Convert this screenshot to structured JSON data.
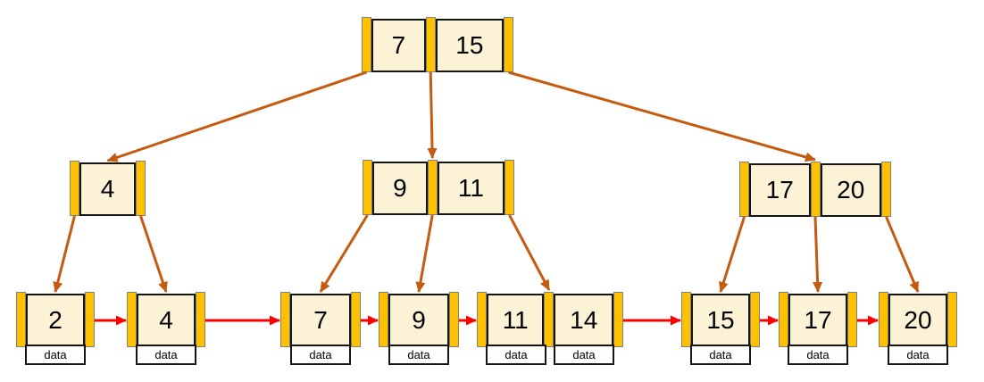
{
  "diagram": {
    "type": "b-plus-tree",
    "colors": {
      "background": "#FFFFFF",
      "pointer_stripe": "#FFC000",
      "pointer_stripe_border": "#808080",
      "key_cell_fill": "#FCF2D5",
      "cell_border": "#141414",
      "tree_arrow": "#C55A11",
      "leaf_link_arrow": "#FF0000",
      "data_box_fill": "#FFFFFF",
      "text": "#000000"
    },
    "root": {
      "id": "node-root",
      "keys": [
        "7",
        "15"
      ]
    },
    "internal_nodes": [
      {
        "id": "node-4",
        "keys": [
          "4"
        ]
      },
      {
        "id": "node-9-11",
        "keys": [
          "9",
          "11"
        ]
      },
      {
        "id": "node-17-20",
        "keys": [
          "17",
          "20"
        ]
      }
    ],
    "leaf_nodes": [
      {
        "id": "leaf-2",
        "keys": [
          "2"
        ],
        "data_labels": [
          "data"
        ]
      },
      {
        "id": "leaf-4",
        "keys": [
          "4"
        ],
        "data_labels": [
          "data"
        ]
      },
      {
        "id": "leaf-7",
        "keys": [
          "7"
        ],
        "data_labels": [
          "data"
        ]
      },
      {
        "id": "leaf-9",
        "keys": [
          "9"
        ],
        "data_labels": [
          "data"
        ]
      },
      {
        "id": "leaf-11-14",
        "keys": [
          "11",
          "14"
        ],
        "data_labels": [
          "data",
          "data"
        ]
      },
      {
        "id": "leaf-15",
        "keys": [
          "15"
        ],
        "data_labels": [
          "data"
        ]
      },
      {
        "id": "leaf-17",
        "keys": [
          "17"
        ],
        "data_labels": [
          "data"
        ]
      },
      {
        "id": "leaf-20",
        "keys": [
          "20"
        ],
        "data_labels": [
          "data"
        ]
      }
    ],
    "edges": {
      "tree": [
        {
          "from": "node-root-p0",
          "to": "node-4"
        },
        {
          "from": "node-root-p1",
          "to": "node-9-11-p1"
        },
        {
          "from": "node-root-p2",
          "to": "node-17-20-p1"
        },
        {
          "from": "node-4-p0",
          "to": "leaf-2"
        },
        {
          "from": "node-4-p1",
          "to": "leaf-4"
        },
        {
          "from": "node-9-11-p0",
          "to": "leaf-7"
        },
        {
          "from": "node-9-11-p1",
          "to": "leaf-9"
        },
        {
          "from": "node-9-11-p2",
          "to": "leaf-11-14-p1"
        },
        {
          "from": "node-17-20-p0",
          "to": "leaf-15"
        },
        {
          "from": "node-17-20-p1",
          "to": "leaf-17"
        },
        {
          "from": "node-17-20-p2",
          "to": "leaf-20"
        }
      ],
      "leaf_links": [
        {
          "from": "leaf-2",
          "to": "leaf-4"
        },
        {
          "from": "leaf-4",
          "to": "leaf-7"
        },
        {
          "from": "leaf-7",
          "to": "leaf-9"
        },
        {
          "from": "leaf-9",
          "to": "leaf-11-14"
        },
        {
          "from": "leaf-11-14",
          "to": "leaf-15"
        },
        {
          "from": "leaf-15",
          "to": "leaf-17"
        },
        {
          "from": "leaf-17",
          "to": "leaf-20"
        }
      ]
    }
  }
}
